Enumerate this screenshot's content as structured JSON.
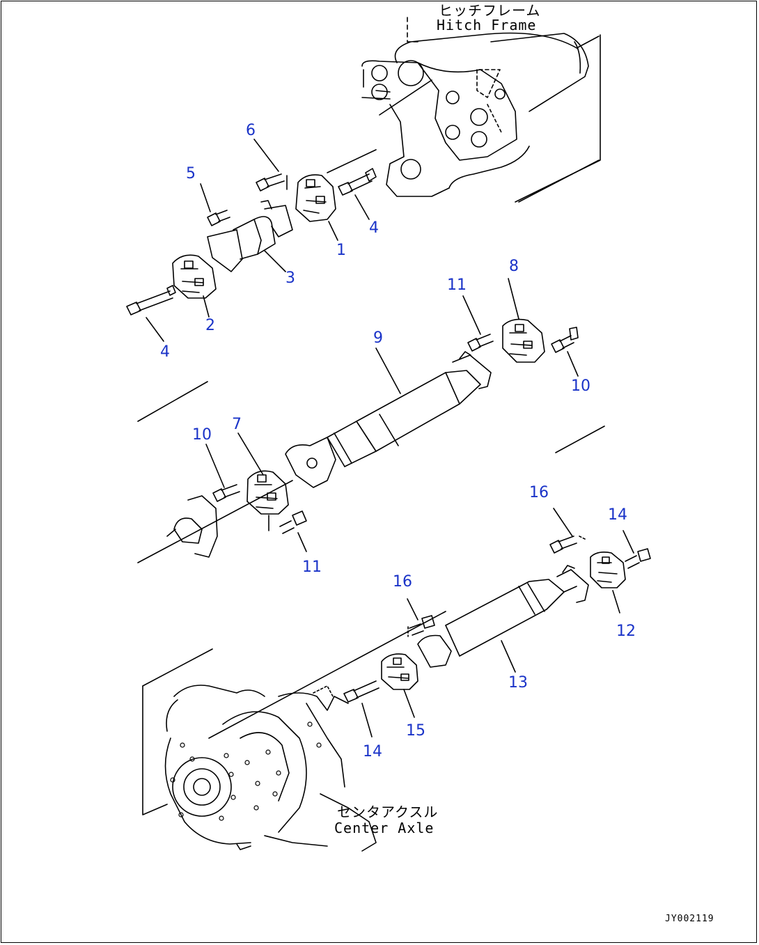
{
  "labels": {
    "hitch_frame_jp": "ヒッチフレーム",
    "hitch_frame_en": "Hitch Frame",
    "center_axle_jp": "センタアクスル",
    "center_axle_en": "Center Axle",
    "doc_id": "JY002119"
  },
  "callouts": {
    "p1": "1",
    "p2": "2",
    "p3": "3",
    "p4a": "4",
    "p4b": "4",
    "p5": "5",
    "p6": "6",
    "p7": "7",
    "p8": "8",
    "p9": "9",
    "p10a": "10",
    "p10b": "10",
    "p11a": "11",
    "p11b": "11",
    "p12": "12",
    "p13": "13",
    "p14a": "14",
    "p14b": "14",
    "p15": "15",
    "p16a": "16",
    "p16b": "16"
  },
  "colors": {
    "callout": "#1a33c8",
    "line": "#000000"
  }
}
